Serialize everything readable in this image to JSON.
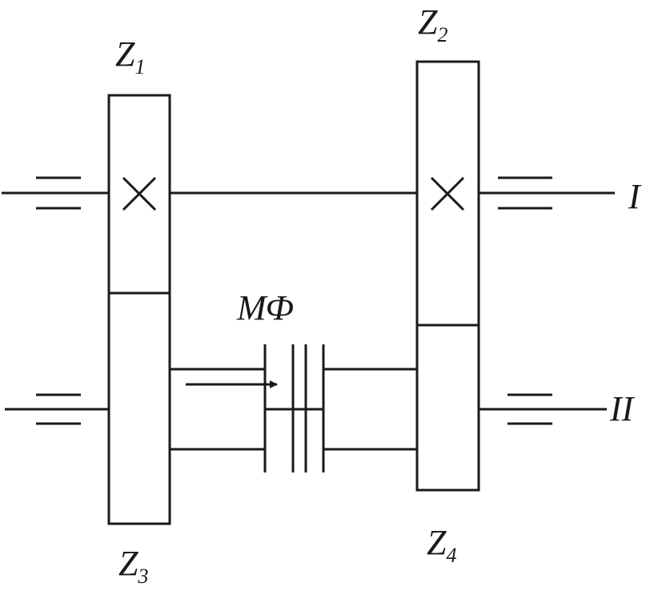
{
  "labels": {
    "z1": {
      "main": "Z",
      "sub": "1"
    },
    "z2": {
      "main": "Z",
      "sub": "2"
    },
    "z3": {
      "main": "Z",
      "sub": "3"
    },
    "z4": {
      "main": "Z",
      "sub": "4"
    },
    "shaft_upper": "I",
    "shaft_lower": "II",
    "clutch": "МФ"
  },
  "colors": {
    "line": "#1a1a1a",
    "background": "#ffffff"
  }
}
